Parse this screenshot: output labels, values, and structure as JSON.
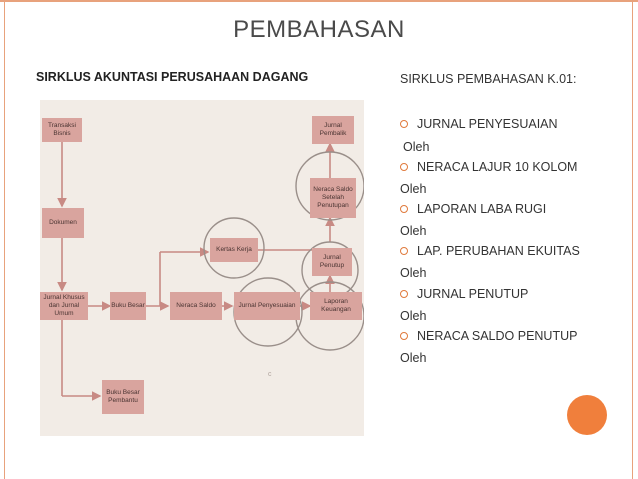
{
  "slide": {
    "title": "PEMBAHASAN",
    "accent_color": "#f07f3c",
    "rule_color": "#e8a27c"
  },
  "left": {
    "subtitle": "SIRKLUS AKUNTASI PERUSAHAAN DAGANG",
    "diagram": {
      "nodes": {
        "transaksi": "Transaksi Bisnis",
        "dokumen": "Dokumen",
        "jurnal_khusus": "Jurnal Khusus dan Jurnal Umum",
        "buku_besar": "Buku Besar",
        "neraca_saldo": "Neraca Saldo",
        "jurnal_penyesuaian": "Jurnal Penyesuaian",
        "laporan_keuangan": "Laporan Keuangan",
        "buku_besar_pembantu": "Buku Besar Pembantu",
        "kertas_kerja": "Kertas Kerja",
        "jurnal_penutup": "Jurnal Penutup",
        "neraca_saldo_setelah": "Neraca Saldo Setelah Penutupan",
        "jurnal_pembalik": "Jurnal Pembalik"
      },
      "stray_mark": "c"
    }
  },
  "right": {
    "heading": "SIRKLUS PEMBAHASAN K.01:",
    "items": [
      {
        "label": "JURNAL PENYESUAIAN",
        "by": "Oleh"
      },
      {
        "label": "NERACA LAJUR 10 KOLOM",
        "by": "Oleh"
      },
      {
        "label": "LAPORAN LABA RUGI",
        "by": "Oleh"
      },
      {
        "label": "LAP. PERUBAHAN EKUITAS",
        "by": "Oleh"
      },
      {
        "label": "JURNAL PENUTUP",
        "by": "Oleh"
      },
      {
        "label": "NERACA SALDO PENUTUP",
        "by": "Oleh"
      }
    ]
  }
}
